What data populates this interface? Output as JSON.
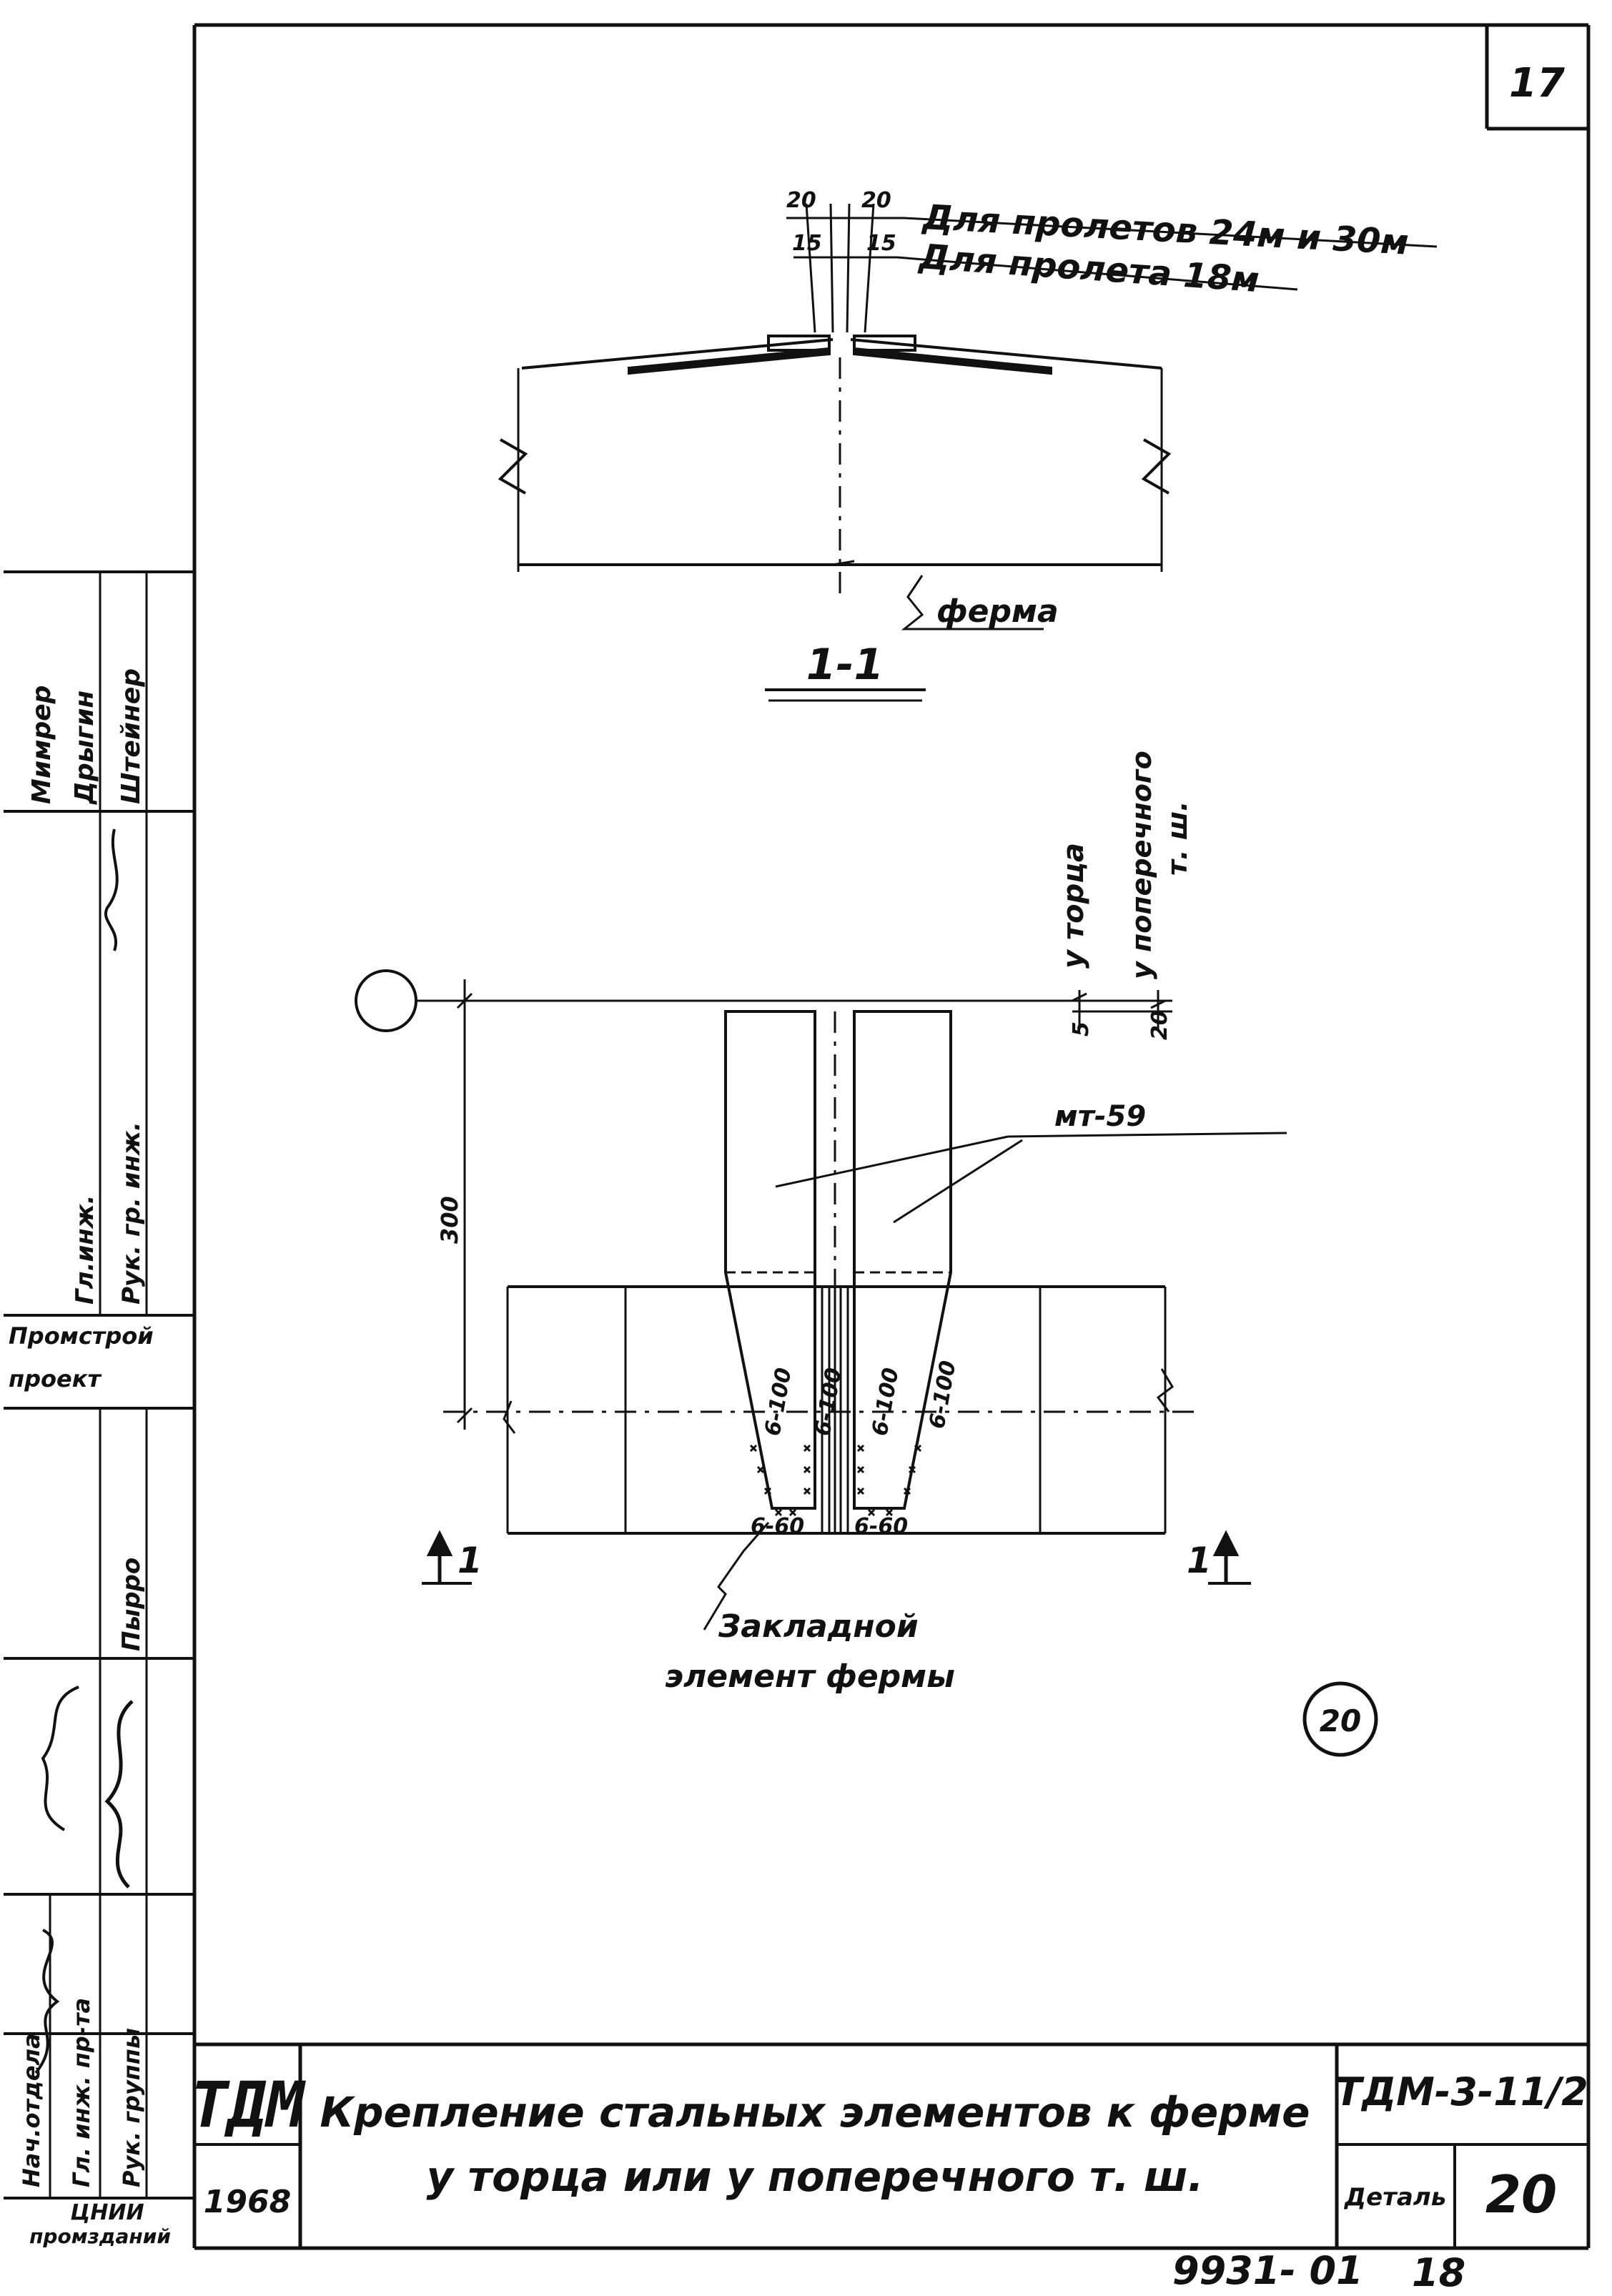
{
  "sheet": {
    "page_number": "17",
    "bottom_code": "9931- 01",
    "bottom_sheet": "18"
  },
  "section_view": {
    "dim_top_a": "20",
    "dim_top_b": "20",
    "dim_bottom_a": "15",
    "dim_bottom_b": "15",
    "note_span_large": "Для пролетов 24м и 30м",
    "note_span_small": "Для пролета 18м",
    "truss_label": "ферма",
    "section_title": "1-1"
  },
  "plan_view": {
    "label_end": "у торца",
    "label_joint_line1": "у поперечного",
    "label_joint_line2": "т. ш.",
    "dim_end": "5",
    "dim_joint": "20",
    "dim_height": "300",
    "element_mark": "мт-59",
    "weld_left_outer": "6-100",
    "weld_left_inner": "6-100",
    "weld_right_inner": "6-100",
    "weld_right_outer": "6-100",
    "weld_left_bottom": "6-60",
    "weld_right_bottom": "6-60",
    "section_mark_left": "1",
    "section_mark_right": "1",
    "embedded_line1": "Закладной",
    "embedded_line2": "элемент фермы",
    "detail_mark": "20"
  },
  "side_stamp": {
    "name_1": "Дрыгин",
    "name_2": "Мимрер",
    "name_3": "Штейнер",
    "role_1": "Гл.инж.",
    "role_2": "Рук. гр. инж.",
    "org_line1": "Промстрой",
    "org_line2": "проект",
    "name_4": "Пырро",
    "role_3": "Нач.отдела",
    "role_4": "Гл. инж. пр-та",
    "role_5": "Рук. группы",
    "institute_line1": "ЦНИИ",
    "institute_line2": "промзданий"
  },
  "title_block": {
    "series_logo": "ТДМ",
    "year": "1968",
    "title_line1": "Крепление стальных элементов к ферме",
    "title_line2": "у торца или у поперечного т. ш.",
    "doc_code": "ТДМ-3-11/2",
    "detail_label": "Деталь",
    "detail_number": "20"
  }
}
